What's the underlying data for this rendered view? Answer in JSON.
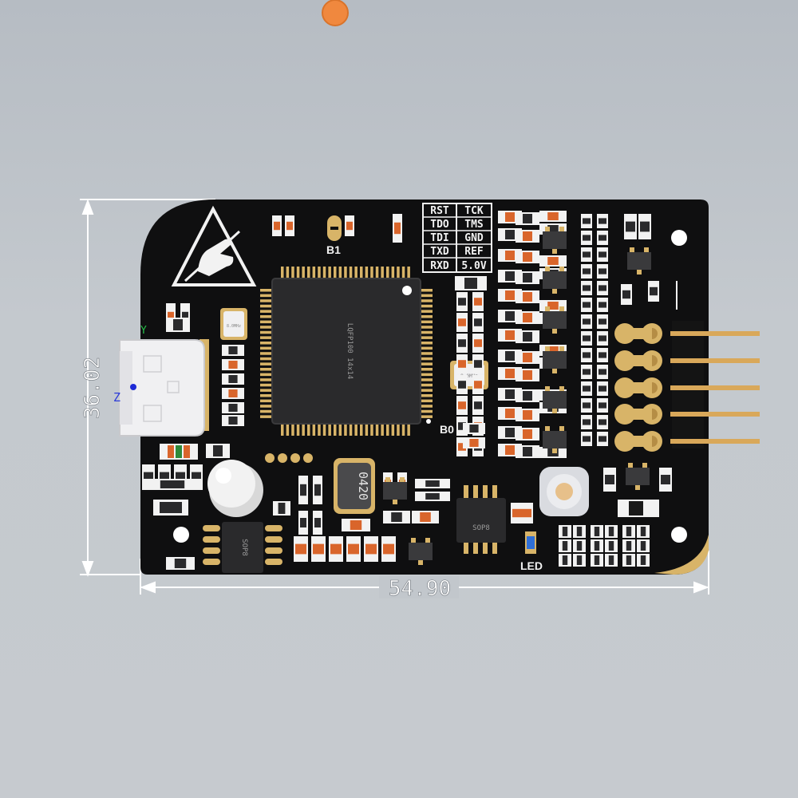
{
  "dimensions": {
    "width_label": "54.90",
    "height_label": "36.02"
  },
  "axes": {
    "y_label": "Y",
    "z_label": "Z"
  },
  "silkscreen": {
    "jtag_table": [
      [
        "RST",
        "TCK"
      ],
      [
        "TDO",
        "TMS"
      ],
      [
        "TDI",
        "GND"
      ],
      [
        "TXD",
        "REF"
      ],
      [
        "RXD",
        "5.0V"
      ]
    ],
    "b1": "B1",
    "b0": "B0",
    "led": "LED"
  },
  "components": {
    "mcu_label": "LQFP100 14x14",
    "inductor_label": "0420",
    "sop8_right_label": "SOP8",
    "sop8_left_label": "SOP8",
    "crystal_label": "8.0MHz"
  },
  "colors": {
    "background_top": "#b6bcc3",
    "pcb": "#0f0f10",
    "pad_gold": "#d8b468",
    "dimension_line": "#ffffff",
    "resistor_orange": "#d9652b",
    "led_blue": "#2f6fd6",
    "header_pin": "#d9a85a"
  },
  "icons": [
    "esd-warning-icon",
    "origin-marker-icon",
    "usb-c-icon"
  ]
}
